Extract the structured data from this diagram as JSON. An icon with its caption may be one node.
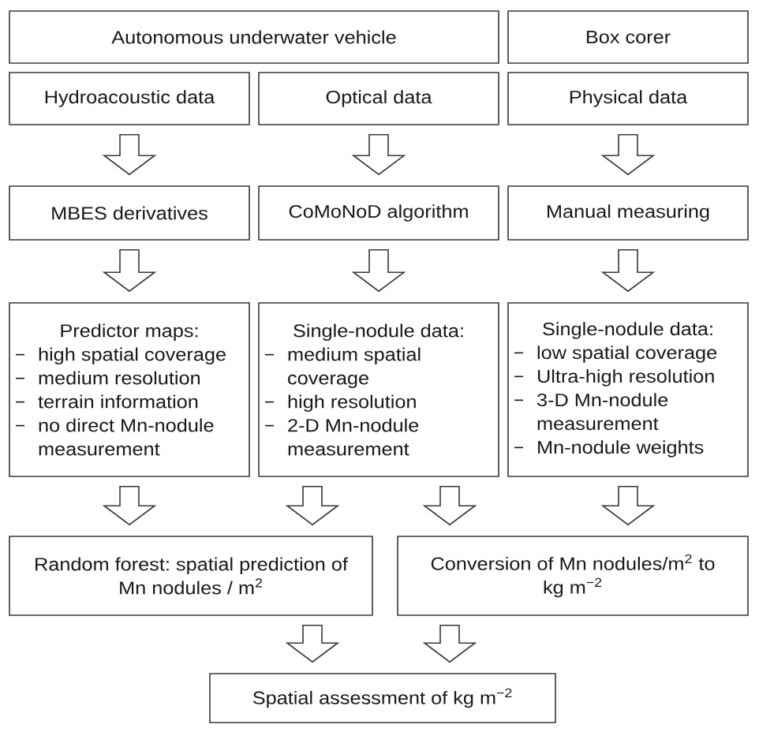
{
  "diagram": {
    "nodes": [
      {
        "text": [
          "Autonomous underwater vehicle"
        ]
      },
      {
        "text": [
          "Box corer"
        ]
      },
      {
        "text": [
          "Hydroacoustic data"
        ]
      },
      {
        "text": [
          "Optical data"
        ]
      },
      {
        "text": [
          "Physical data"
        ]
      },
      {
        "text": [
          "MBES derivatives"
        ]
      },
      {
        "text": [
          "CoMoNoD algorithm"
        ]
      },
      {
        "text": [
          "Manual measuring"
        ]
      },
      {
        "text": [
          "Predictor maps:",
          "high spatial coverage",
          "medium resolution",
          "terrain information",
          "no direct Mn-nodule measurement"
        ]
      },
      {
        "text": [
          "Single-nodule data:",
          "medium spatial coverage",
          "high resolution",
          "2-D Mn-nodule measurement"
        ]
      },
      {
        "text": [
          "Single-nodule data:",
          "low spatial coverage",
          "Ultra-high resolution",
          "3-D Mn-nodule measurement",
          "Mn-nodule weights"
        ]
      },
      {
        "text": [
          "Random forest: spatial prediction of Mn nodules / m$^{2}$"
        ]
      },
      {
        "text": [
          "Conversion of Mn nodules/m$^{2}$ to kg m$^{−2}$"
        ]
      },
      {
        "text": [
          "Spatial assessment of kg m$^{−2}$"
        ]
      }
    ],
    "edges": [
      {
        "from": 2,
        "to": 5,
        "arrow": "to"
      },
      {
        "from": 3,
        "to": 6,
        "arrow": "to"
      },
      {
        "from": 4,
        "to": 7,
        "arrow": "to"
      },
      {
        "from": 5,
        "to": 8,
        "arrow": "to"
      },
      {
        "from": 6,
        "to": 9,
        "arrow": "to"
      },
      {
        "from": 7,
        "to": 10,
        "arrow": "to"
      },
      {
        "from": 8,
        "to": 11,
        "arrow": "to"
      },
      {
        "from": 9,
        "to": 11,
        "arrow": "to"
      },
      {
        "from": 9,
        "to": 12,
        "arrow": "to"
      },
      {
        "from": 10,
        "to": 12,
        "arrow": "to"
      },
      {
        "from": 11,
        "to": 13,
        "arrow": "to"
      },
      {
        "from": 12,
        "to": 13,
        "arrow": "to"
      }
    ]
  }
}
